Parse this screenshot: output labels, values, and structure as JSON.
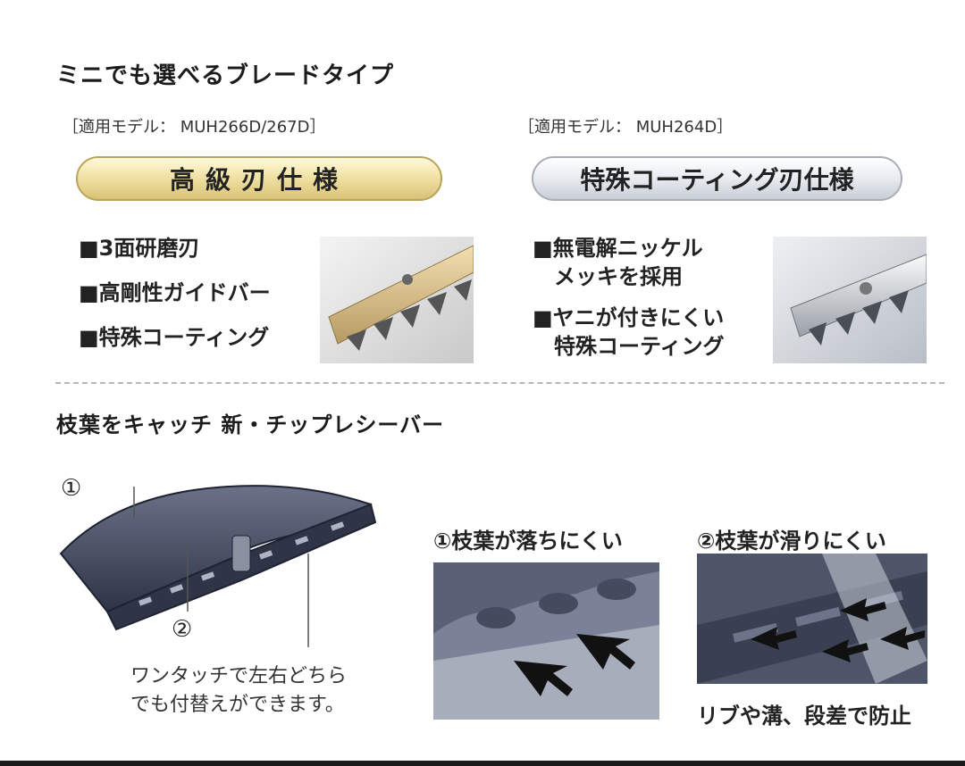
{
  "section1": {
    "title": "ミニでも選べるブレードタイプ",
    "left": {
      "model": "［適用モデル： MUH266D/267D］",
      "badge": "高級刃仕様",
      "bullets": [
        "■3面研磨刃",
        "■高剛性ガイドバー",
        "■特殊コーティング"
      ]
    },
    "right": {
      "model": "［適用モデル： MUH264D］",
      "badge": "特殊コーティング刃仕様",
      "bullets": [
        "■無電解ニッケル",
        "　メッキを採用",
        "■ヤニが付きにくい",
        "　特殊コーティング"
      ]
    }
  },
  "section2": {
    "title": "枝葉をキャッチ 新・チップレシーバー",
    "callout1": "①",
    "callout2": "②",
    "note_line1": "ワンタッチで左右どちら",
    "note_line2": "でも付替えができます。",
    "feature1": "①枝葉が落ちにくい",
    "feature2": "②枝葉が滑りにくい",
    "feature2_note": "リブや溝、段差で防止"
  }
}
